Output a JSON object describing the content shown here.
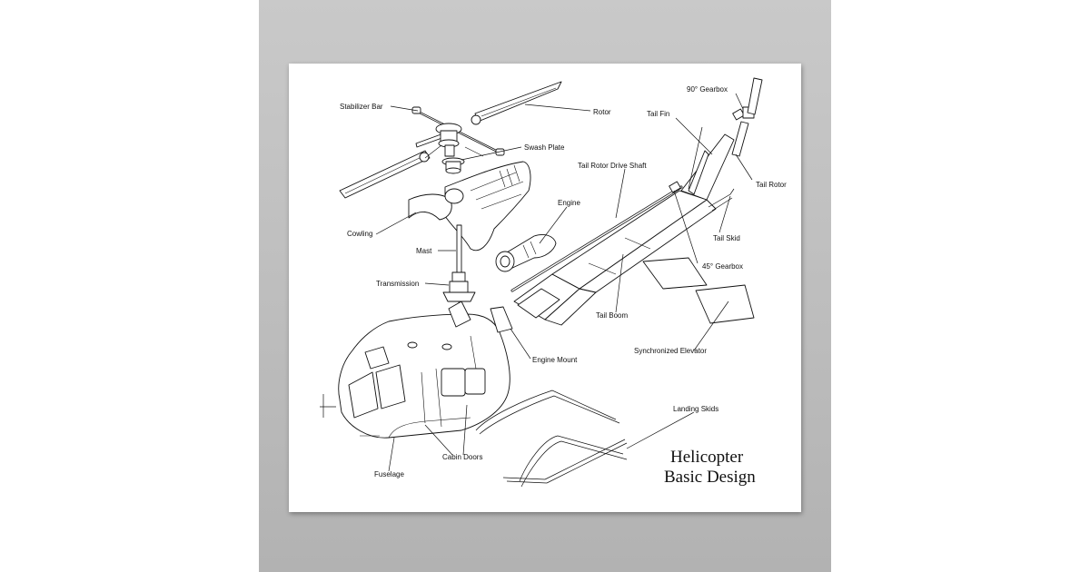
{
  "title": {
    "line1": "Helicopter",
    "line2": "Basic Design"
  },
  "labels": {
    "stabilizer_bar": "Stabilizer Bar",
    "rotor": "Rotor",
    "swash_plate": "Swash Plate",
    "tail_rotor_drive_shaft": "Tail Rotor Drive Shaft",
    "cowling": "Cowling",
    "engine": "Engine",
    "mast": "Mast",
    "transmission": "Transmission",
    "engine_mount": "Engine Mount",
    "tail_boom": "Tail Boom",
    "gearbox_90": "90° Gearbox",
    "tail_fin": "Tail Fin",
    "tail_rotor": "Tail Rotor",
    "tail_skid": "Tail Skid",
    "gearbox_45": "45° Gearbox",
    "synchronized_elevator": "Synchronized Elevator",
    "landing_skids": "Landing Skids",
    "cabin_doors": "Cabin Doors",
    "fuselage": "Fuselage"
  }
}
